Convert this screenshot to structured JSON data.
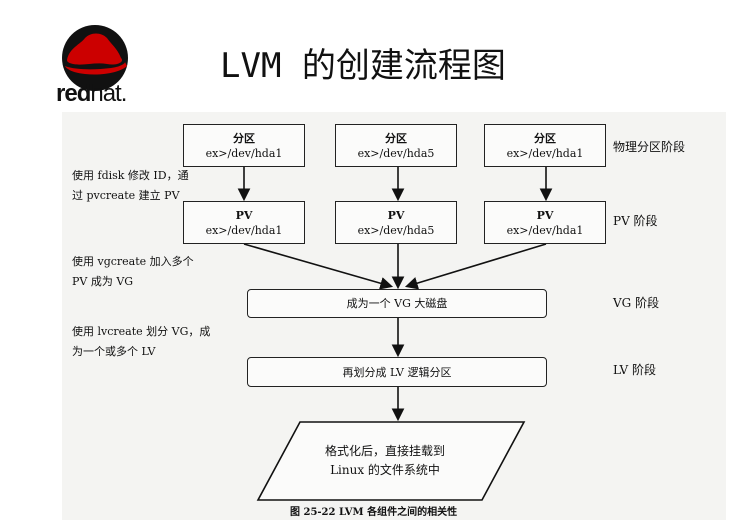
{
  "logo": {
    "brand_bold": "red",
    "brand_thin": "hat",
    "brand_dot": "."
  },
  "title": "LVM 的创建流程图",
  "phys_boxes": [
    {
      "label": "分区",
      "device": "ex>/dev/hda1"
    },
    {
      "label": "分区",
      "device": "ex>/dev/hda5"
    },
    {
      "label": "分区",
      "device": "ex>/dev/hda1"
    }
  ],
  "pv_boxes": [
    {
      "label": "PV",
      "device": "ex>/dev/hda1"
    },
    {
      "label": "PV",
      "device": "ex>/dev/hda5"
    },
    {
      "label": "PV",
      "device": "ex>/dev/hda1"
    }
  ],
  "vg_box": "成为一个 VG 大磁盘",
  "lv_box": "再划分成 LV 逻辑分区",
  "fs_box": {
    "line1": "格式化后，直接挂载到",
    "line2": "Linux 的文件系统中"
  },
  "notes": {
    "pvcreate_line1": "使用 fdisk 修改 ID，通",
    "pvcreate_line2": "过 pvcreate 建立 PV",
    "vgcreate_line1": "使用 vgcreate 加入多个",
    "vgcreate_line2": "PV 成为 VG",
    "lvcreate_line1": "使用 lvcreate 划分 VG，成",
    "lvcreate_line2": "为一个或多个 LV"
  },
  "stages": {
    "physical": "物理分区阶段",
    "pv": "PV 阶段",
    "vg": "VG 阶段",
    "lv": "LV 阶段"
  },
  "caption": "图 25-22 LVM 各组件之间的相关性",
  "colors": {
    "logo_red": "#cc0000",
    "text": "#111111",
    "diagram_bg": "#f4f4f2"
  }
}
